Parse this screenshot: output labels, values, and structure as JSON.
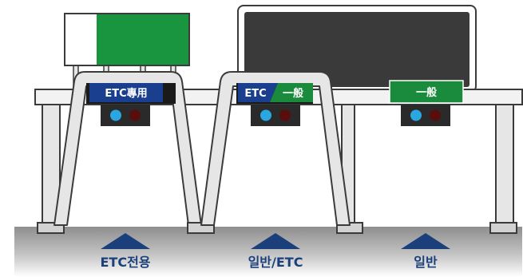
{
  "lanes": [
    {
      "sign": "ETC專用",
      "label": "ETC전용",
      "sign_color": "#1b3f8f"
    },
    {
      "sign_left": "ETC",
      "sign_right": "一般",
      "label": "일반/ETC",
      "sign_left_color": "#1b3f8f",
      "sign_right_color": "#1a8a3c"
    },
    {
      "sign": "一般",
      "label": "일반",
      "sign_color": "#1a8a3c"
    }
  ],
  "colors": {
    "structure_fill": "#e6e6e6",
    "structure_stroke": "#3b3b3b",
    "beam_fill": "#f2f2f2",
    "road": "#9a9a9a",
    "green_panel": "#19943f",
    "dark_board": "#3a3a3a",
    "indicator_blue": "#2aa6e0",
    "indicator_red": "#5a0d0d",
    "arrow": "#1b3f7a"
  }
}
